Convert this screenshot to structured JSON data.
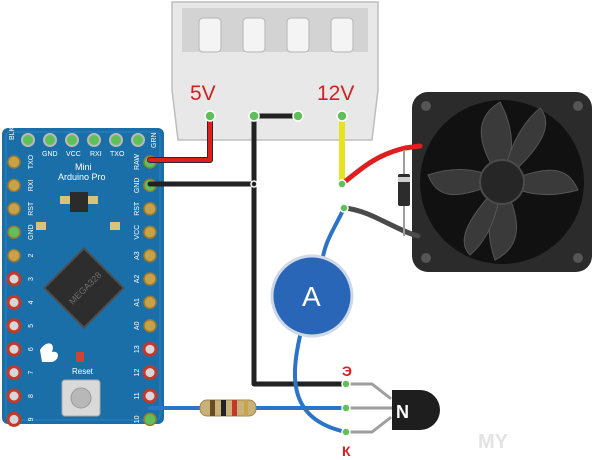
{
  "connector": {
    "label_5v": "5V",
    "label_12v": "12V"
  },
  "board": {
    "line1": "Mini",
    "line2": "Arduino Pro",
    "chip_text": "MEGA328",
    "reset_label": "Reset",
    "top_pins": [
      "BLK",
      "GND",
      "VCC",
      "RXI",
      "TXO",
      "GRN"
    ],
    "left_pins": [
      "TXO",
      "RXI",
      "RST",
      "GND",
      "2",
      "3",
      "4",
      "5",
      "6",
      "7",
      "8",
      "9"
    ],
    "right_pins": [
      "RAW",
      "GND",
      "RST",
      "VCC",
      "A3",
      "A2",
      "A1",
      "A0",
      "13",
      "12",
      "11",
      "10"
    ]
  },
  "ammeter": {
    "symbol": "A"
  },
  "transistor": {
    "symbol": "N",
    "emitter": "Э",
    "collector": "К"
  },
  "watermark": "MY",
  "colors": {
    "board": "#1b6fa8",
    "wire_red": "#e01e1e",
    "wire_black": "#222222",
    "wire_yellow": "#e7e31c",
    "wire_blue": "#2b74c8",
    "ammeter": "#2a66b8",
    "pin_green": "#5fc05a",
    "label_red": "#d41f1f"
  }
}
